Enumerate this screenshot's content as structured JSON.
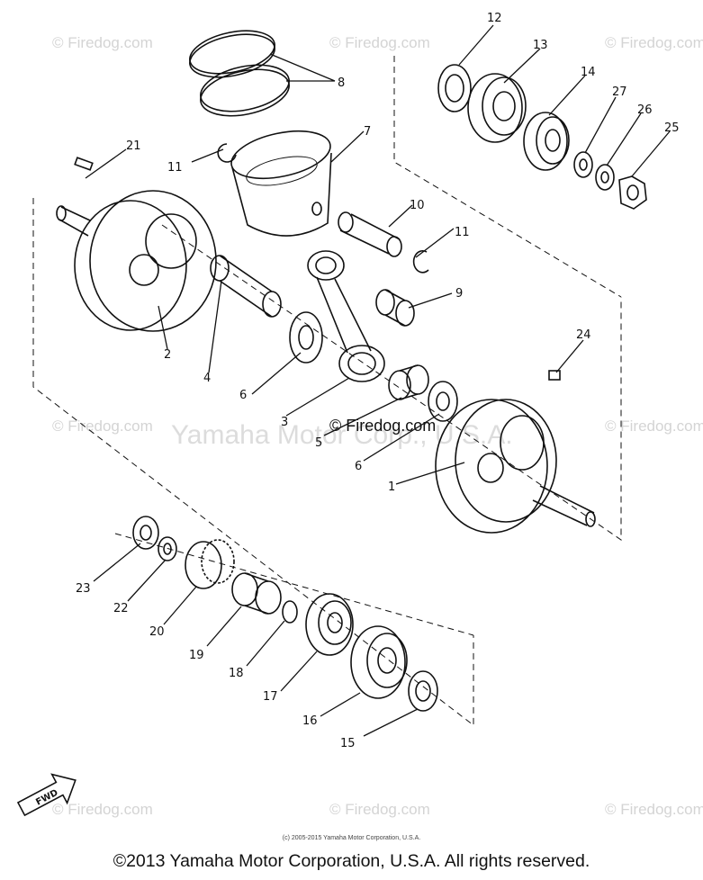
{
  "watermarks": {
    "brand": "© Firedog.com",
    "center_main": "Yamaha Motor Corp., U.S.A.",
    "center_mark": "© Firedog.com"
  },
  "callouts": [
    {
      "label": "1"
    },
    {
      "label": "2"
    },
    {
      "label": "3"
    },
    {
      "label": "4"
    },
    {
      "label": "5"
    },
    {
      "label": "6"
    },
    {
      "label": "6"
    },
    {
      "label": "7"
    },
    {
      "label": "8"
    },
    {
      "label": "9"
    },
    {
      "label": "10"
    },
    {
      "label": "11"
    },
    {
      "label": "11"
    },
    {
      "label": "12"
    },
    {
      "label": "13"
    },
    {
      "label": "14"
    },
    {
      "label": "15"
    },
    {
      "label": "16"
    },
    {
      "label": "17"
    },
    {
      "label": "18"
    },
    {
      "label": "19"
    },
    {
      "label": "20"
    },
    {
      "label": "21"
    },
    {
      "label": "22"
    },
    {
      "label": "23"
    },
    {
      "label": "24"
    },
    {
      "label": "25"
    },
    {
      "label": "26"
    },
    {
      "label": "27"
    }
  ],
  "fwd_badge": "FWD",
  "credit_line": "(c) 2005-2015 Yamaha Motor Corporation, U.S.A.",
  "copyright": "©2013 Yamaha Motor Corporation, U.S.A. All rights reserved."
}
